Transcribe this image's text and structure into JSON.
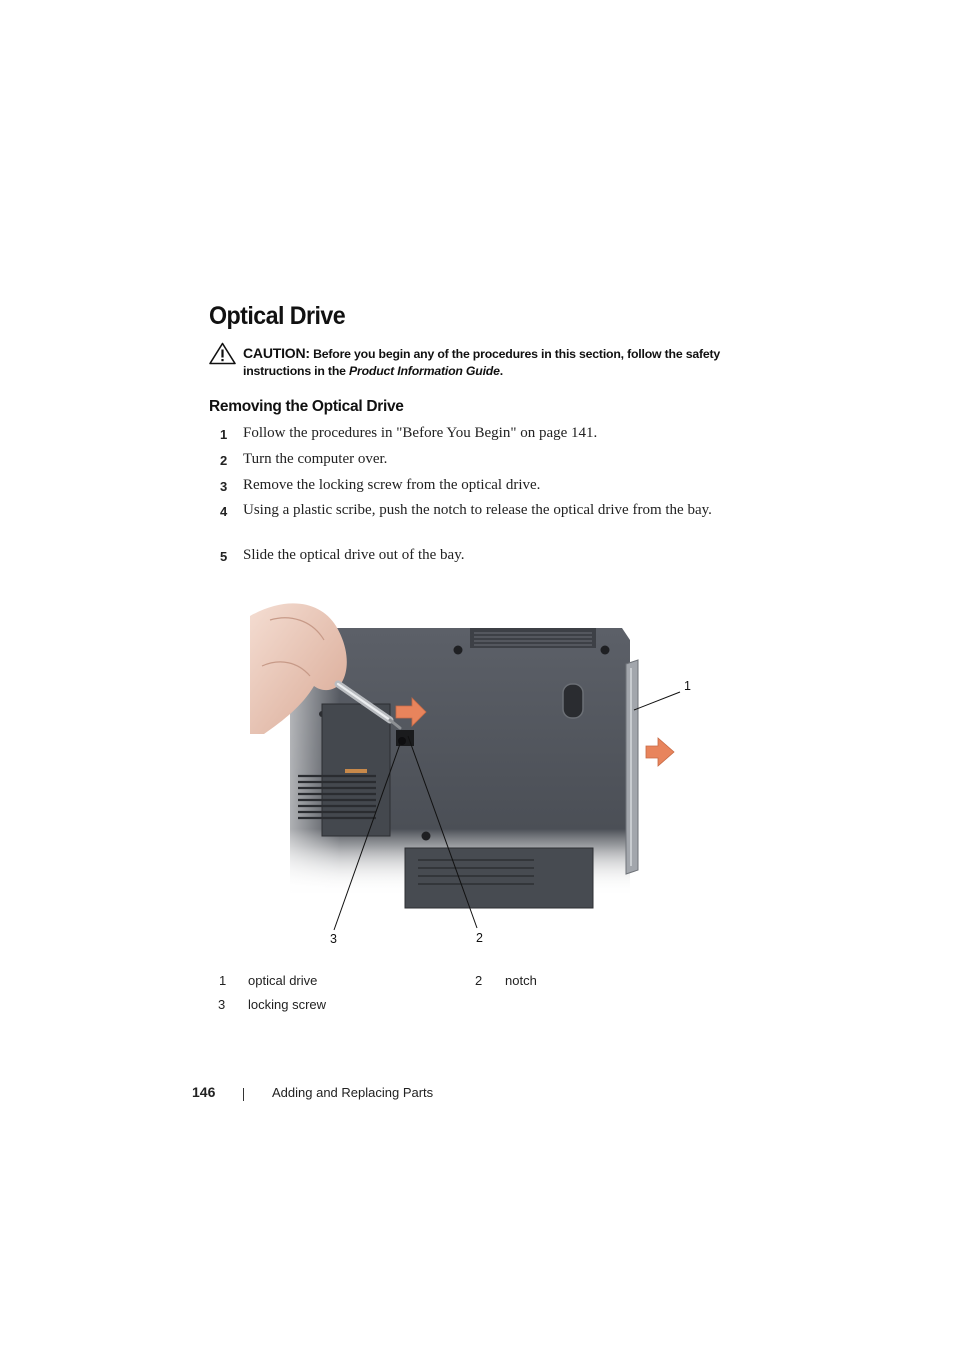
{
  "title": "Optical Drive",
  "caution": {
    "label": "CAUTION:",
    "text": "Before you begin any of the procedures in this section, follow the safety instructions in the",
    "doc_name": "Product Information Guide",
    "end": "."
  },
  "subhead": "Removing the Optical Drive",
  "steps": [
    {
      "num": "1",
      "text": "Follow the procedures in \"Before You Begin\" on page 141."
    },
    {
      "num": "2",
      "text": "Turn the computer over."
    },
    {
      "num": "3",
      "text": "Remove the locking screw from the optical drive."
    },
    {
      "num": "4",
      "text": "Using a plastic scribe, push the notch to release the optical drive from the bay."
    },
    {
      "num": "5",
      "text": "Slide the optical drive out of the bay."
    }
  ],
  "figure": {
    "callouts": [
      "1",
      "2",
      "3"
    ]
  },
  "legend": [
    {
      "num": "1",
      "label": "optical drive"
    },
    {
      "num": "2",
      "label": "notch"
    },
    {
      "num": "3",
      "label": "locking screw"
    }
  ],
  "footer": {
    "page": "146",
    "separator": "|",
    "section": "Adding and Replacing Parts"
  },
  "colors": {
    "arrow": "#e8845c",
    "laptop": "#4f535a"
  },
  "icons": [
    "caution-triangle-icon"
  ]
}
